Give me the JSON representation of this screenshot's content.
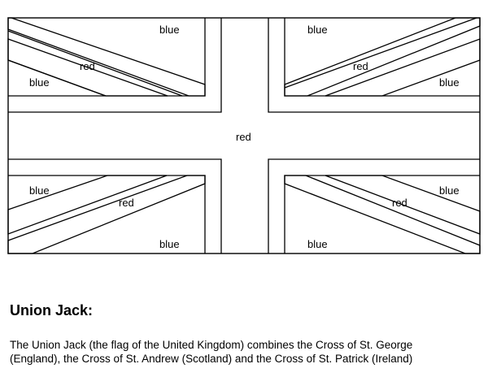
{
  "flag": {
    "labels": {
      "blue": "blue",
      "red": "red"
    }
  },
  "caption": {
    "title": "Union Jack:",
    "line1": "The Union Jack (the flag of the United Kingdom) combines the Cross of St. George",
    "line2": "(England), the Cross of St. Andrew (Scotland) and the Cross of St. Patrick (Ireland)"
  }
}
